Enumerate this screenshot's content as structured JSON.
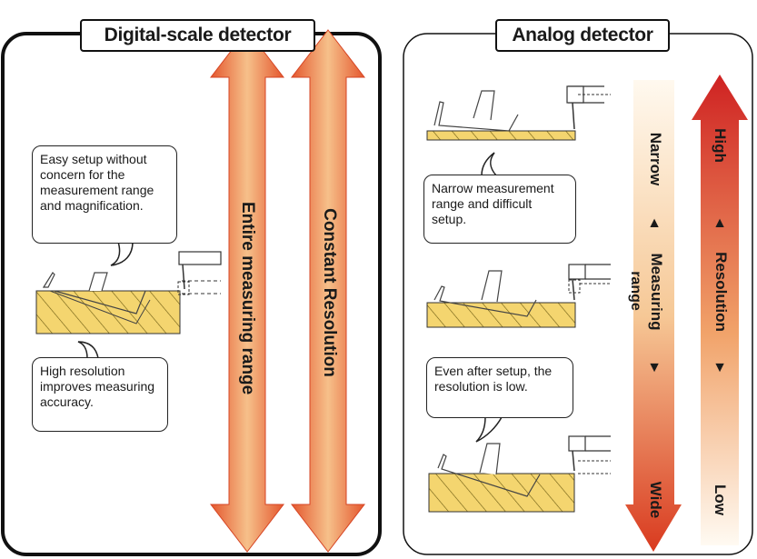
{
  "digital": {
    "title": "Digital-scale detector",
    "bubble_top": "Easy setup without concern for the measurement range and magnification.",
    "bubble_bottom": "High resolution improves measuring accuracy.",
    "arrow1_label": "Entire measuring range",
    "arrow2_label": "Constant Resolution"
  },
  "analog": {
    "title": "Analog detector",
    "bubble_top": "Narrow measurement range and difficult setup.",
    "bubble_bottom": "Even after setup, the resolution is low.",
    "range_bar": {
      "top": "Narrow",
      "middle_line1": "Measuring",
      "middle_line2": "range",
      "bottom": "Wide",
      "up_marker": "▲",
      "down_marker": "▼"
    },
    "resolution_bar": {
      "top": "High",
      "middle": "Resolution",
      "bottom": "Low",
      "up_marker": "▲",
      "down_marker": "▼"
    }
  },
  "colors": {
    "arrow_dark": "#c81e1e",
    "arrow_mid": "#e4672a",
    "arrow_light": "#f7d39a",
    "hatch_fill": "#f3d36b"
  }
}
